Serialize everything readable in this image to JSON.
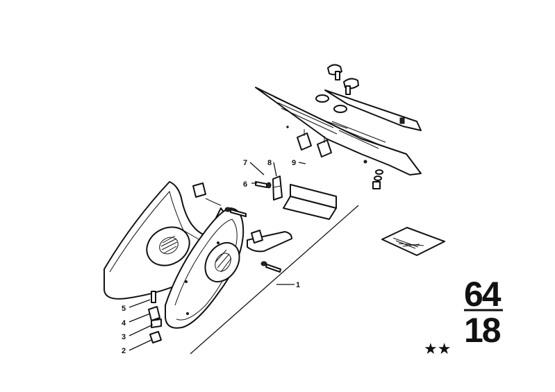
{
  "callouts": [
    {
      "id": "1",
      "label": "1"
    },
    {
      "id": "2",
      "label": "2"
    },
    {
      "id": "3",
      "label": "3"
    },
    {
      "id": "4",
      "label": "4"
    },
    {
      "id": "5",
      "label": "5"
    },
    {
      "id": "6",
      "label": "6"
    },
    {
      "id": "7",
      "label": "7"
    },
    {
      "id": "8",
      "label": "8"
    },
    {
      "id": "9",
      "label": "9"
    }
  ],
  "group_number": {
    "main": "64",
    "sub": "18"
  },
  "marking": "★★",
  "colors": {
    "ink": "#111111",
    "paper": "#ffffff"
  }
}
